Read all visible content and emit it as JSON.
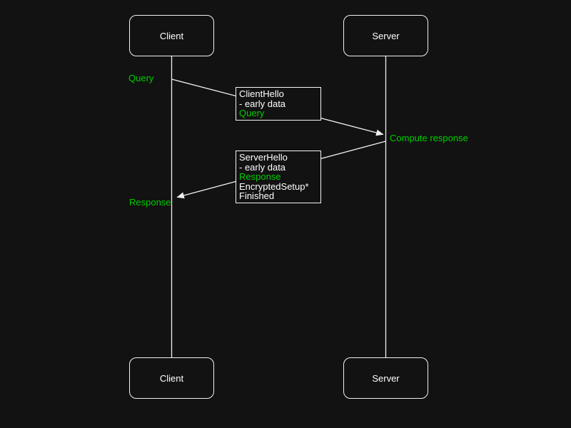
{
  "actors": {
    "client": "Client",
    "server": "Server"
  },
  "labels": {
    "query": "Query",
    "compute_response": "Compute response",
    "response": "Response"
  },
  "notes": {
    "client_hello": {
      "lines": [
        {
          "text": "ClientHello",
          "color": "#FFFFFF"
        },
        {
          "text": "- early data",
          "color": "#FFFFFF"
        },
        {
          "text": "Query",
          "color": "#00CC00"
        }
      ]
    },
    "server_hello": {
      "lines": [
        {
          "text": "ServerHello",
          "color": "#FFFFFF"
        },
        {
          "text": "- early data",
          "color": "#FFFFFF"
        },
        {
          "text": "Response",
          "color": "#00CC00"
        },
        {
          "text": "EncryptedSetup*",
          "color": "#FFFFFF"
        },
        {
          "text": "Finished",
          "color": "#FFFFFF"
        }
      ]
    }
  },
  "colors": {
    "background": "#121212",
    "line": "#F0F0F0",
    "text": "#FFFFFF",
    "accent_green": "#00CC00"
  }
}
